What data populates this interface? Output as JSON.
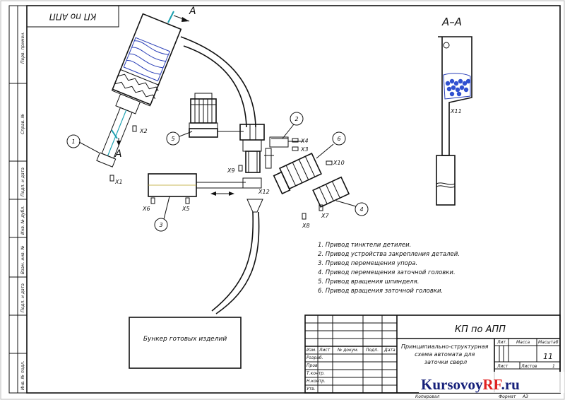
{
  "sheet": {
    "title_box_top": "КП по АПП",
    "section_mark": "А",
    "section_title": "А–А",
    "bunker_label": "Бункер готовых изделий",
    "watermark": {
      "part1": "Kursovoy",
      "part2": "RF",
      "part3": ".ru"
    }
  },
  "left_strip": [
    "Перв. примен.",
    "Справ. №",
    "Подп. и дата",
    "Инв. № дубл.",
    "Взам. инв. №",
    "Подп. и дата",
    "Инв. № подл."
  ],
  "callouts": {
    "numbers": [
      "1",
      "2",
      "3",
      "4",
      "5",
      "6"
    ],
    "sensors": [
      "X1",
      "X2",
      "X3",
      "X4",
      "X5",
      "X6",
      "X7",
      "X8",
      "X9",
      "X10",
      "X11",
      "X12"
    ]
  },
  "legend": [
    "1. Привод тинктели детилеи.",
    "2. Привод устройства закрепления деталей.",
    "3. Привод перемещения упора.",
    "4. Привод перемещения заточной головки.",
    "5. Привод вращения шпинделя.",
    "6. Привод вращения заточной головки."
  ],
  "title_block": {
    "doc_code": "КП по АПП",
    "doc_title": "Принципиально-структурная схема автомата для заточки сверл",
    "col_lit": "Лит.",
    "col_mass": "Масса",
    "col_scale": "Масштаб",
    "scale_value": "11",
    "sheet_label": "Лист",
    "sheets_label": "Листов",
    "sheets_value": "1",
    "rows": {
      "izm": "Изм.",
      "list": "Лист",
      "ndoc": "№ докум.",
      "podp": "Подп.",
      "data": "Дата",
      "razrab": "Разраб.",
      "prov": "Пров.",
      "tkontr": "Т.контр.",
      "nkontr": "Н.контр.",
      "utv": "Утв."
    },
    "kopiroval": "Копировал",
    "format": "Формат",
    "format_value": "А3"
  }
}
